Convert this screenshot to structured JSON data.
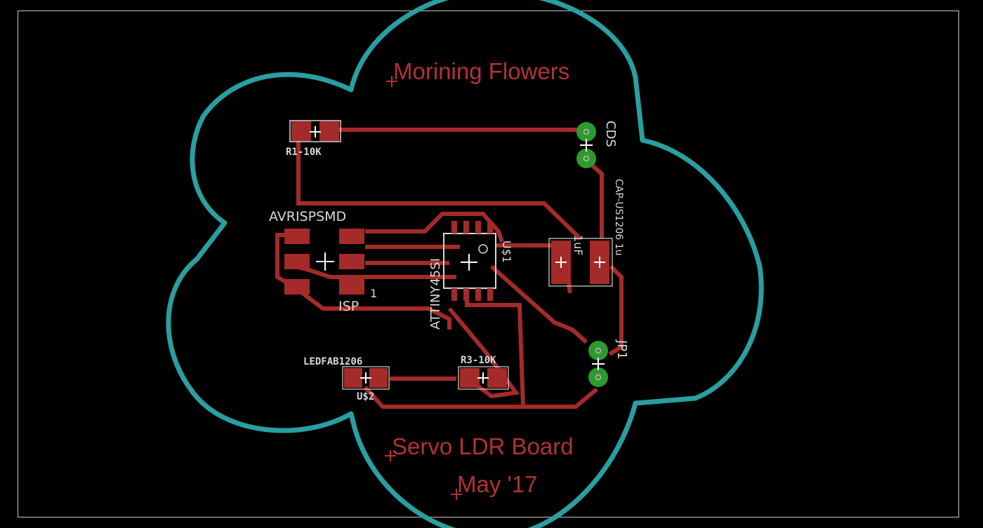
{
  "labels": {
    "title": "Morining Flowers",
    "subtitle": "Servo LDR Board",
    "date": "May '17",
    "r1": "R1-10K",
    "isp_header": "AVRISPSMD",
    "isp_name": "ISP",
    "isp_pin1": "1",
    "ic": "ATTINY45SI",
    "ic_ref": "U$1",
    "cap": "1uF",
    "cap_vendor": "CAP-US1206 1u",
    "cds": "CDS",
    "led": "LEDFAB1206",
    "led_ref": "U$2",
    "r3": "R3-10K",
    "jp": "JP1"
  },
  "colors": {
    "background": "#000000",
    "frame": "#c8c8c8",
    "outline": "#2a9ea0",
    "copper": "#a52a2a",
    "pad": "#a52a2a",
    "via": "#2e9a2e",
    "silk_red": "#b33232",
    "silk_white": "#d8d8d8"
  }
}
